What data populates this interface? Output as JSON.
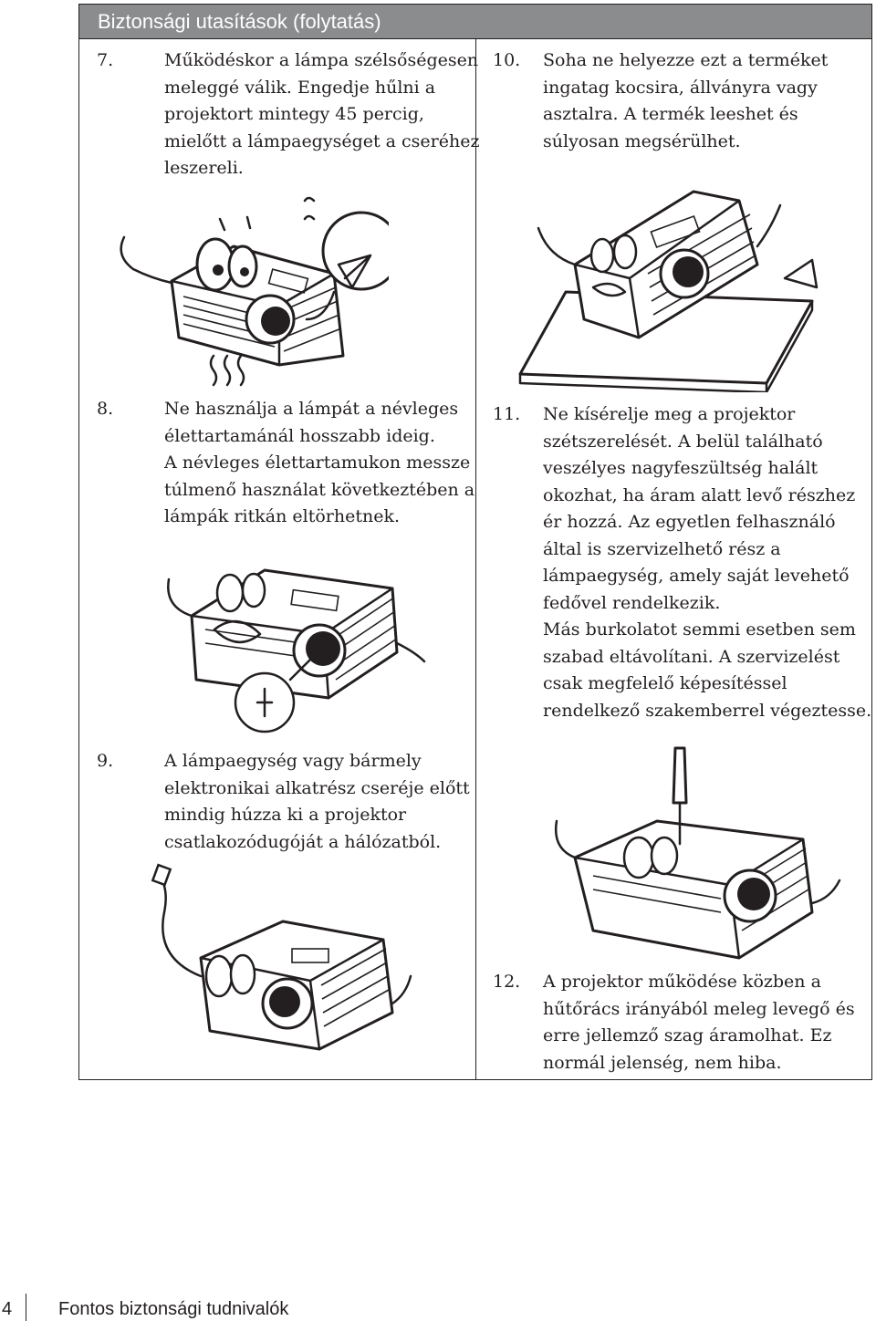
{
  "header": {
    "title": "Biztonsági utasítások (folytatás)"
  },
  "items": [
    {
      "num": "7.",
      "lines": [
        "Működéskor a lámpa szélsőségesen",
        "meleggé válik. Engedje hűlni a",
        "projektort mintegy 45 percig,",
        "mielőtt a lámpaegységet a cseréhez",
        "leszereli."
      ]
    },
    {
      "num": "8.",
      "lines": [
        "Ne használja a lámpát a névleges",
        "élettartamánál hosszabb ideig.",
        "A névleges élettartamukon messze",
        "túlmenő használat következtében a",
        "lámpák ritkán eltörhetnek."
      ]
    },
    {
      "num": "9.",
      "lines": [
        "A lámpaegység vagy bármely",
        "elektronikai alkatrész cseréje előtt",
        "mindig húzza ki a projektor",
        "csatlakozódugóját a hálózatból."
      ]
    },
    {
      "num": "10.",
      "lines": [
        "Soha ne helyezze ezt a terméket",
        "ingatag kocsira, állványra vagy",
        "asztalra. A termék leeshet és",
        "súlyosan megsérülhet."
      ]
    },
    {
      "num": "11.",
      "lines": [
        "Ne kísérelje meg a projektor",
        "szétszerelését. A belül található",
        "veszélyes nagyfeszültség halált",
        "okozhat, ha áram alatt levő részhez",
        "ér hozzá. Az egyetlen felhasználó",
        "által is szervizelhető rész a",
        "lámpaegység, amely saját levehető",
        "fedővel rendelkezik.",
        "Más burkolatot semmi esetben sem",
        "szabad eltávolítani. A szervizelést",
        "csak megfelelő képesítéssel",
        "rendelkező szakemberrel végeztesse."
      ]
    },
    {
      "num": "12.",
      "lines": [
        "A projektor működése közben a",
        "hűtőrács irányából meleg levegő és",
        "erre jellemző szag áramolhat. Ez",
        "normál jelenség, nem hiba."
      ]
    }
  ],
  "footer": {
    "page_number": "4",
    "section": "Fontos biztonsági tudnivalók"
  }
}
